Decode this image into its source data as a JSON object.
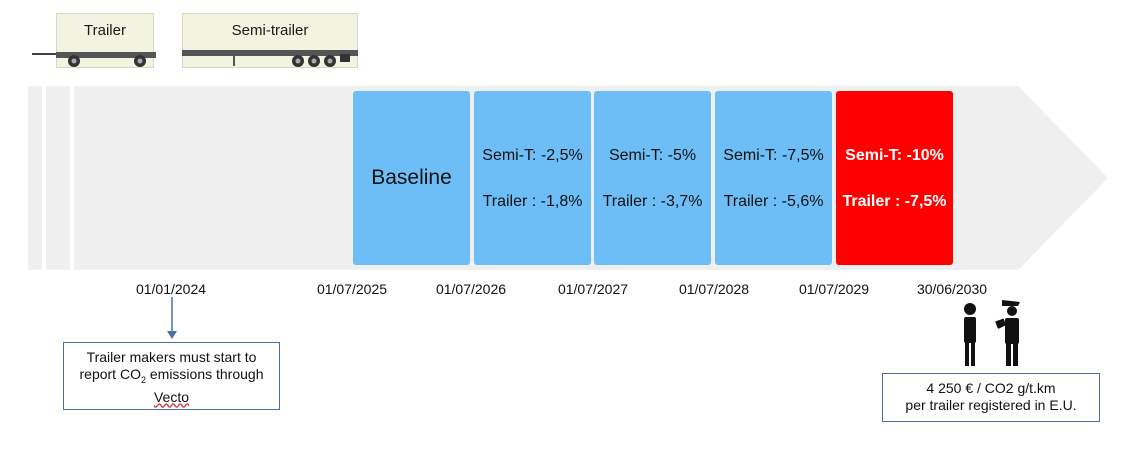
{
  "vehicles": {
    "trailer_label": "Trailer",
    "semitrailer_label": "Semi-trailer"
  },
  "timeline": {
    "baseline_label": "Baseline",
    "targets": [
      {
        "semi": "Semi-T: -2,5%",
        "trailer": "Trailer : -1,8%"
      },
      {
        "semi": "Semi-T: -5%",
        "trailer": "Trailer : -3,7%"
      },
      {
        "semi": "Semi-T: -7,5%",
        "trailer": "Trailer : -5,6%"
      },
      {
        "semi": "Semi-T: -10%",
        "trailer": "Trailer : -7,5%"
      }
    ],
    "dates": [
      "01/01/2024",
      "01/07/2025",
      "01/07/2026",
      "01/07/2027",
      "01/07/2028",
      "01/07/2029",
      "30/06/2030"
    ]
  },
  "notes": {
    "reporting_line1": "Trailer makers must start to",
    "reporting_line2_pre": "report CO",
    "reporting_line2_sub": "2",
    "reporting_line2_post": " emissions through",
    "reporting_line3": "Vecto",
    "penalty_line1": "4 250 € / CO2 g/t.km",
    "penalty_line2": "per trailer registered in E.U."
  },
  "colors": {
    "target_box": "#6dbdf6",
    "final_box": "#ff0000",
    "arrow": "#efefef",
    "note_border": "#4a6fa5"
  }
}
